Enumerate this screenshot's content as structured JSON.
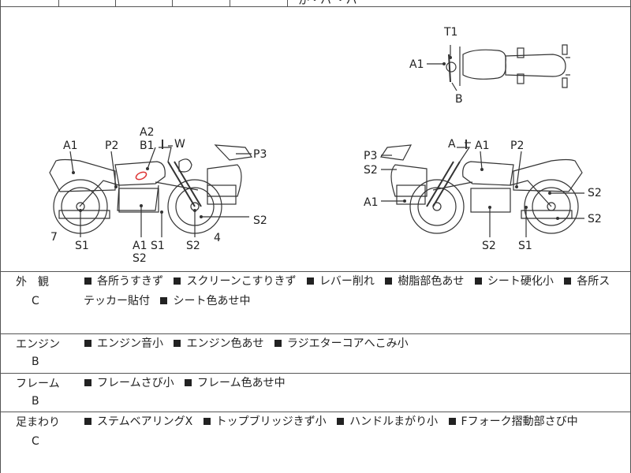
{
  "header": {
    "partial_text": "か・ハ ・ハ"
  },
  "diagram": {
    "top_view_labels": {
      "t1": "T1",
      "a1": "A1",
      "b": "B"
    },
    "left_view_labels": {
      "a1_front": "A1",
      "p2": "P2",
      "a2": "A2",
      "b1": "B1",
      "w": "W",
      "p3": "P3",
      "s2_right": "S2",
      "seven": "7",
      "s1_left": "S1",
      "a1_bottom": "A1",
      "s1_bottom": "S1",
      "s2_bottom_left": "S2",
      "s2_bottom": "S2",
      "four": "4"
    },
    "right_view_labels": {
      "a_top": "A",
      "a1_top": "A1",
      "p2": "P2",
      "p3": "P3",
      "s2_left": "S2",
      "a1_left": "A1",
      "s2_right_upper": "S2",
      "s2_right_lower": "S2",
      "s2_bottom": "S2",
      "s1_bottom": "S1"
    },
    "marker_color": "#d33"
  },
  "sections": [
    {
      "label": "外　観",
      "grade": "C",
      "items": [
        "各所うすきず",
        "スクリーンこすりきず",
        "レバー削れ",
        "樹脂部色あせ",
        "シート硬化小",
        "各所ステッカー貼付",
        "シート色あせ中"
      ]
    },
    {
      "label": "エンジン",
      "grade": "B",
      "items": [
        "エンジン音小",
        "エンジン色あせ",
        "ラジエターコアへこみ小"
      ]
    },
    {
      "label": "フレーム",
      "grade": "B",
      "items": [
        "フレームさび小",
        "フレーム色あせ中"
      ]
    },
    {
      "label": "足まわり",
      "grade": "C",
      "items": [
        "ステムベアリングX",
        "トップブリッジきず小",
        "ハンドルまがり小",
        "Fフォーク摺動部さび中"
      ]
    }
  ]
}
